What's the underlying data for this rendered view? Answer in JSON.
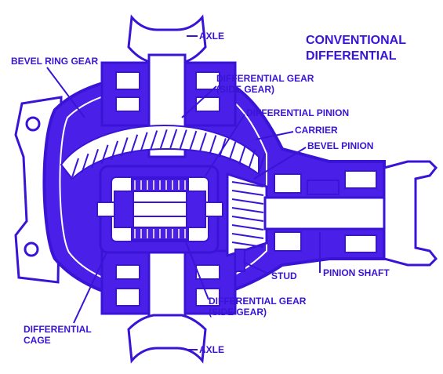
{
  "title": {
    "line1": "CONVENTIONAL",
    "line2": "DIFFERENTIAL"
  },
  "colors": {
    "primary": "#3a14d6",
    "fill": "#4a20e8",
    "background": "#ffffff",
    "detail": "#ffffff"
  },
  "labels": {
    "axle_top": "AXLE",
    "bevel_ring_gear": "BEVEL RING GEAR",
    "diff_gear_top_1": "DIFFERENTIAL GEAR",
    "diff_gear_top_2": "(SIDE GEAR)",
    "diff_pinion": "DIFFERENTIAL PINION",
    "carrier": "CARRIER",
    "bevel_pinion": "BEVEL PINION",
    "stud": "STUD",
    "pinion_shaft": "PINION SHAFT",
    "diff_gear_bottom_1": "DIFFERENTIAL GEAR",
    "diff_gear_bottom_2": "(SIDE GEAR)",
    "diff_cage_1": "DIFFERENTIAL",
    "diff_cage_2": "CAGE",
    "axle_bottom": "AXLE"
  }
}
